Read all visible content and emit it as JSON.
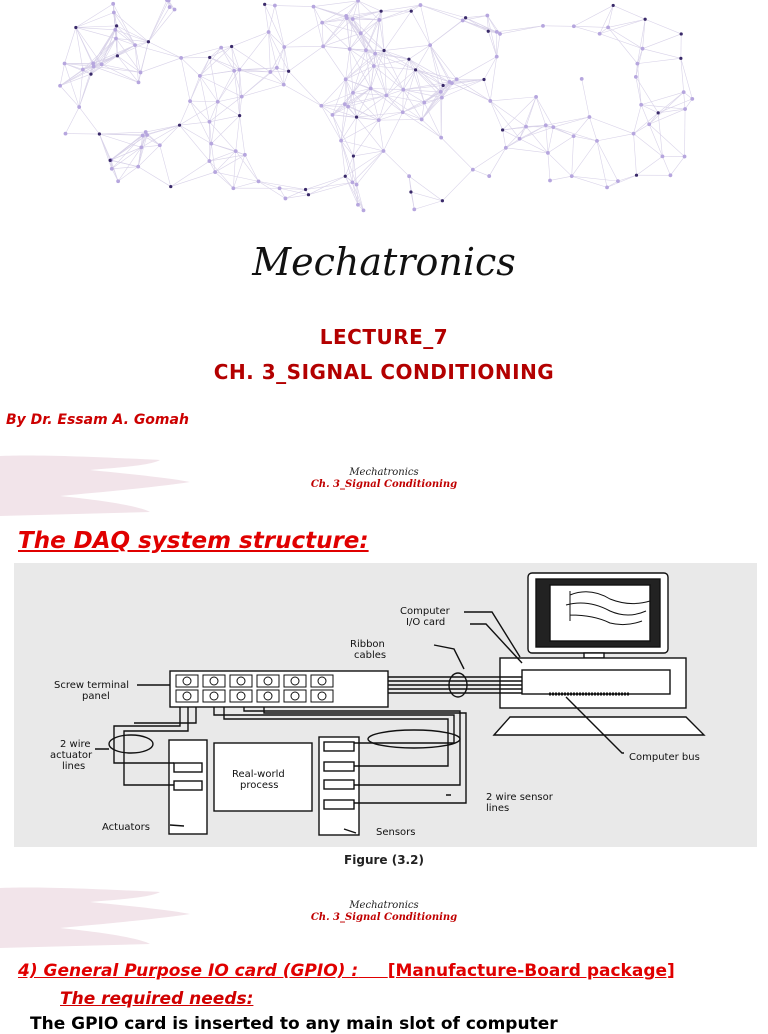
{
  "slide1": {
    "title": "Mechatronics",
    "lecture": "LECTURE_7",
    "chapter": "CH. 3_SIGNAL CONDITIONING",
    "author": "By Dr. Essam A. Gomah"
  },
  "page_header": {
    "course": "Mechatronics",
    "chapter": "Ch. 3_Signal Conditioning"
  },
  "slide2": {
    "section_title": "The DAQ system structure:",
    "figure": {
      "caption": "Figure (3.2)",
      "labels": {
        "computer_io_card": [
          "Computer",
          "I/O card"
        ],
        "ribbon_cables": [
          "Ribbon",
          "cables"
        ],
        "screw_terminal_panel": [
          "Screw terminal",
          "panel"
        ],
        "actuator_lines": [
          "2 wire",
          "actuator",
          "lines"
        ],
        "real_world_process": [
          "Real-world",
          "process"
        ],
        "sensor_lines": [
          "2 wire sensor",
          "lines"
        ],
        "computer_bus": "Computer bus",
        "actuators": "Actuators",
        "sensors": "Sensors"
      }
    }
  },
  "slide3": {
    "heading_left": "4) General Purpose IO card (GPIO) :",
    "heading_right": "[Manufacture-Board package]",
    "subheading": "The required needs:",
    "body_partial": "The GPIO card is inserted to any main slot of computer"
  },
  "colors": {
    "accent_red": "#c00000",
    "bright_red": "#e00000",
    "figure_bg": "#e9e9e9"
  }
}
